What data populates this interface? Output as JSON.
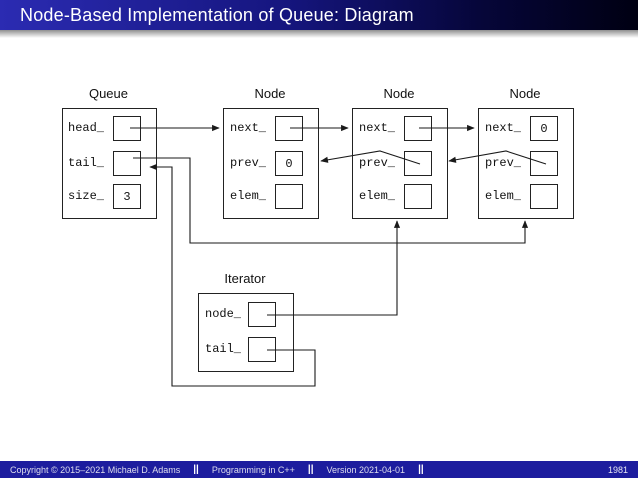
{
  "header": {
    "title": "Node-Based Implementation of Queue: Diagram"
  },
  "diagram": {
    "queue": {
      "label": "Queue",
      "fields": [
        {
          "name": "head_",
          "value": ""
        },
        {
          "name": "tail_",
          "value": ""
        },
        {
          "name": "size_",
          "value": "3"
        }
      ]
    },
    "nodes": [
      {
        "label": "Node",
        "fields": [
          {
            "name": "next_",
            "value": ""
          },
          {
            "name": "prev_",
            "value": "0"
          },
          {
            "name": "elem_",
            "value": ""
          }
        ]
      },
      {
        "label": "Node",
        "fields": [
          {
            "name": "next_",
            "value": ""
          },
          {
            "name": "prev_",
            "value": ""
          },
          {
            "name": "elem_",
            "value": ""
          }
        ]
      },
      {
        "label": "Node",
        "fields": [
          {
            "name": "next_",
            "value": "0"
          },
          {
            "name": "prev_",
            "value": ""
          },
          {
            "name": "elem_",
            "value": ""
          }
        ]
      }
    ],
    "iterator": {
      "label": "Iterator",
      "fields": [
        {
          "name": "node_",
          "value": ""
        },
        {
          "name": "tail_",
          "value": ""
        }
      ]
    }
  },
  "footer": {
    "copyright": "Copyright © 2015–2021 Michael D. Adams",
    "separator": "||",
    "course": "Programming in C++",
    "version": "Version 2021-04-01",
    "page": "1981"
  },
  "colors": {
    "titlebar_left": "#2b2bb2",
    "titlebar_right": "#000012",
    "footer_bg": "#1d1d9e",
    "line": "#1a1a1a"
  }
}
